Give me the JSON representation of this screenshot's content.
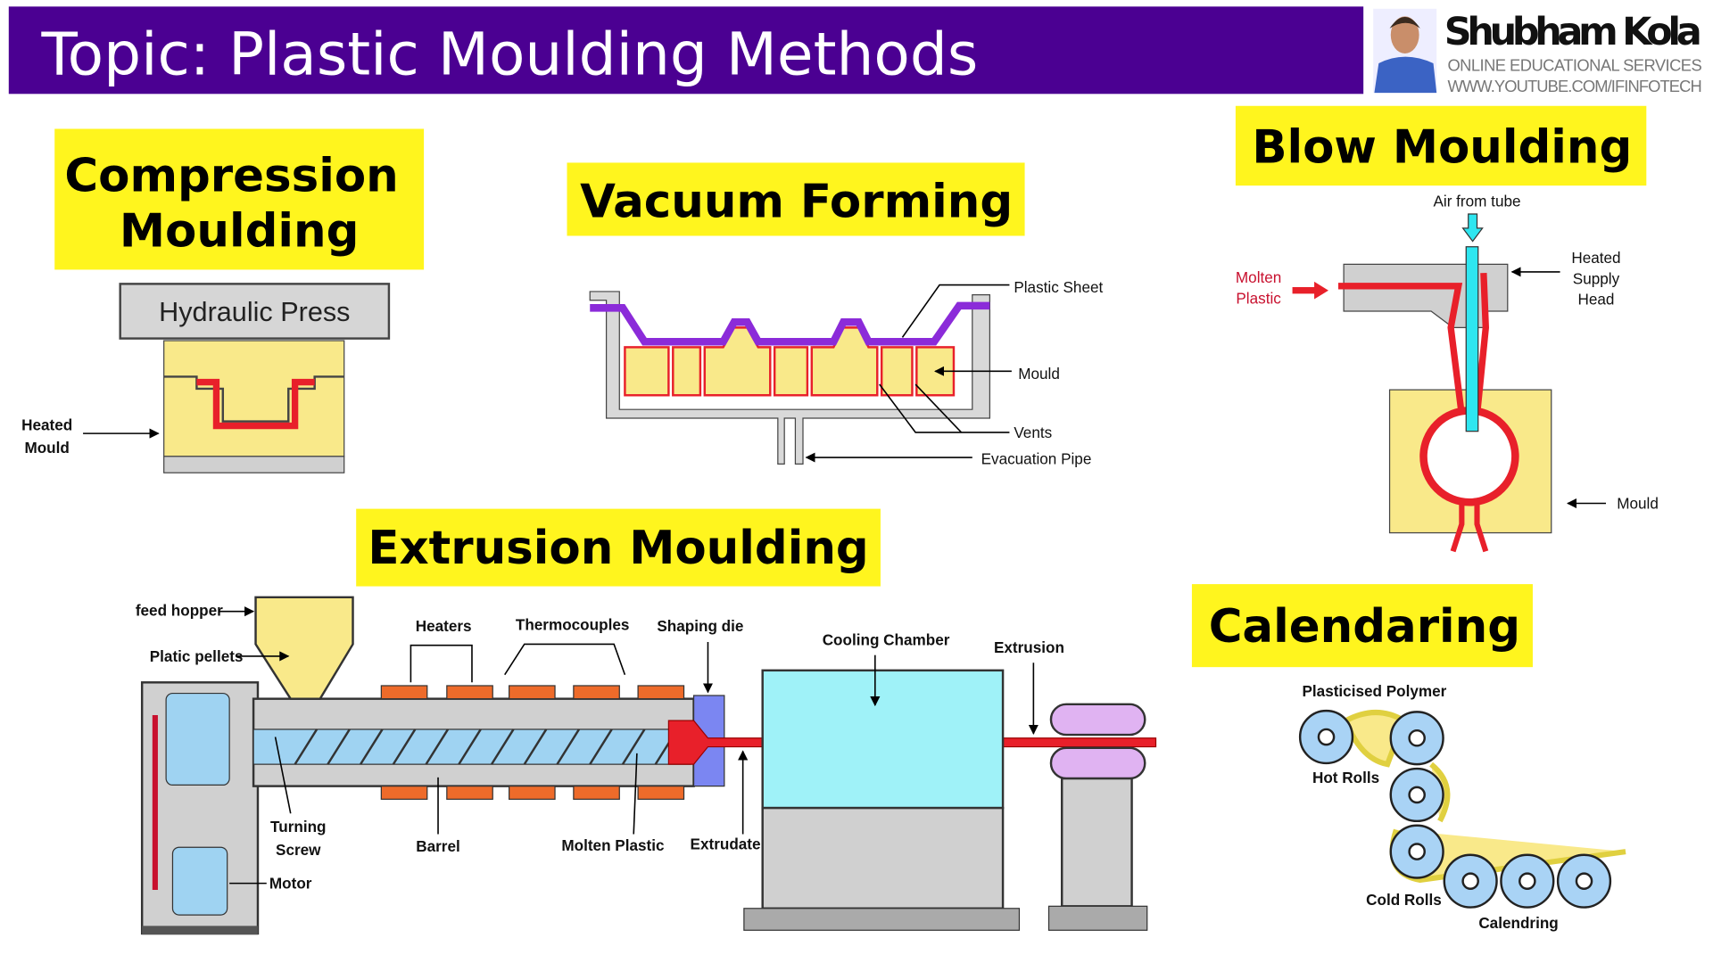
{
  "header": {
    "title": "Topic: Plastic Moulding Methods",
    "brand_name": "Shubham Kola",
    "brand_tagline": "ONLINE EDUCATIONAL SERVICES",
    "brand_url": "WWW.YOUTUBE.COM/IFINFOTECH",
    "bar_color": "#4B0092"
  },
  "compression": {
    "title_line1": "Compression",
    "title_line2": "Moulding",
    "press": "Hydraulic Press",
    "label_line1": "Heated",
    "label_line2": "Mould"
  },
  "vacuum": {
    "title": "Vacuum Forming",
    "labels": [
      "Plastic Sheet",
      "Mould",
      "Vents",
      "Evacuation Pipe"
    ]
  },
  "blow": {
    "title": "Blow Moulding",
    "air": "Air from tube",
    "molten_line1": "Molten",
    "molten_line2": "Plastic",
    "head_lines": [
      "Heated",
      "Supply",
      "Head"
    ],
    "mould": "Mould"
  },
  "extrusion": {
    "title": "Extrusion Moulding",
    "feed_hopper": "feed hopper",
    "pellets": "Platic pellets",
    "heaters": "Heaters",
    "thermocouples": "Thermocouples",
    "shaping_die": "Shaping die",
    "cooling": "Cooling Chamber",
    "extrusion": "Extrusion",
    "turning_line1": "Turning",
    "turning_line2": "Screw",
    "barrel": "Barrel",
    "molten": "Molten Plastic",
    "extrudate": "Extrudate",
    "motor": "Motor"
  },
  "calendaring": {
    "title": "Calendaring",
    "polymer": "Plasticised Polymer",
    "hot_rolls": "Hot Rolls",
    "cold_rolls": "Cold Rolls",
    "calendring": "Calendring"
  },
  "colors": {
    "highlight": "#FFF51E",
    "mould": "#F9E98A",
    "plastic": "#E8202A",
    "roll": "#A9D3F5"
  }
}
